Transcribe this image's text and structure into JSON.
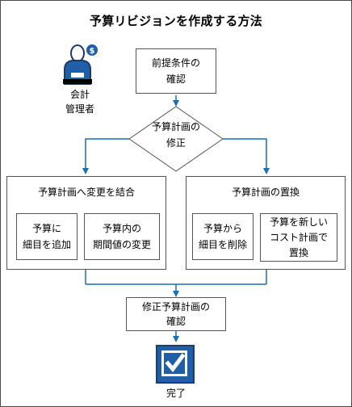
{
  "title": "予算リビジョンを作成する方法",
  "actor": {
    "label": "会計\n管理者",
    "icon": "accountant-person-icon"
  },
  "steps": {
    "prereq": "前提条件の\n確認",
    "modify_decision": "予算計画の\n修正",
    "merge_group": {
      "title": "予算計画へ変更を結合",
      "add_details": "予算に\n細目を追加",
      "change_period_values": "予算内の\n期間値の変更"
    },
    "replace_group": {
      "title": "予算計画の置換",
      "delete_details": "予算から\n細目を削除",
      "replace_with_new": "予算を新しい\nコスト計画で\n置換"
    },
    "review_modified": "修正予算計画の\n確認",
    "done": "完了"
  },
  "colors": {
    "connector": "#1a6fb5",
    "check_icon": "#1f5fa8",
    "border": "#555555"
  }
}
